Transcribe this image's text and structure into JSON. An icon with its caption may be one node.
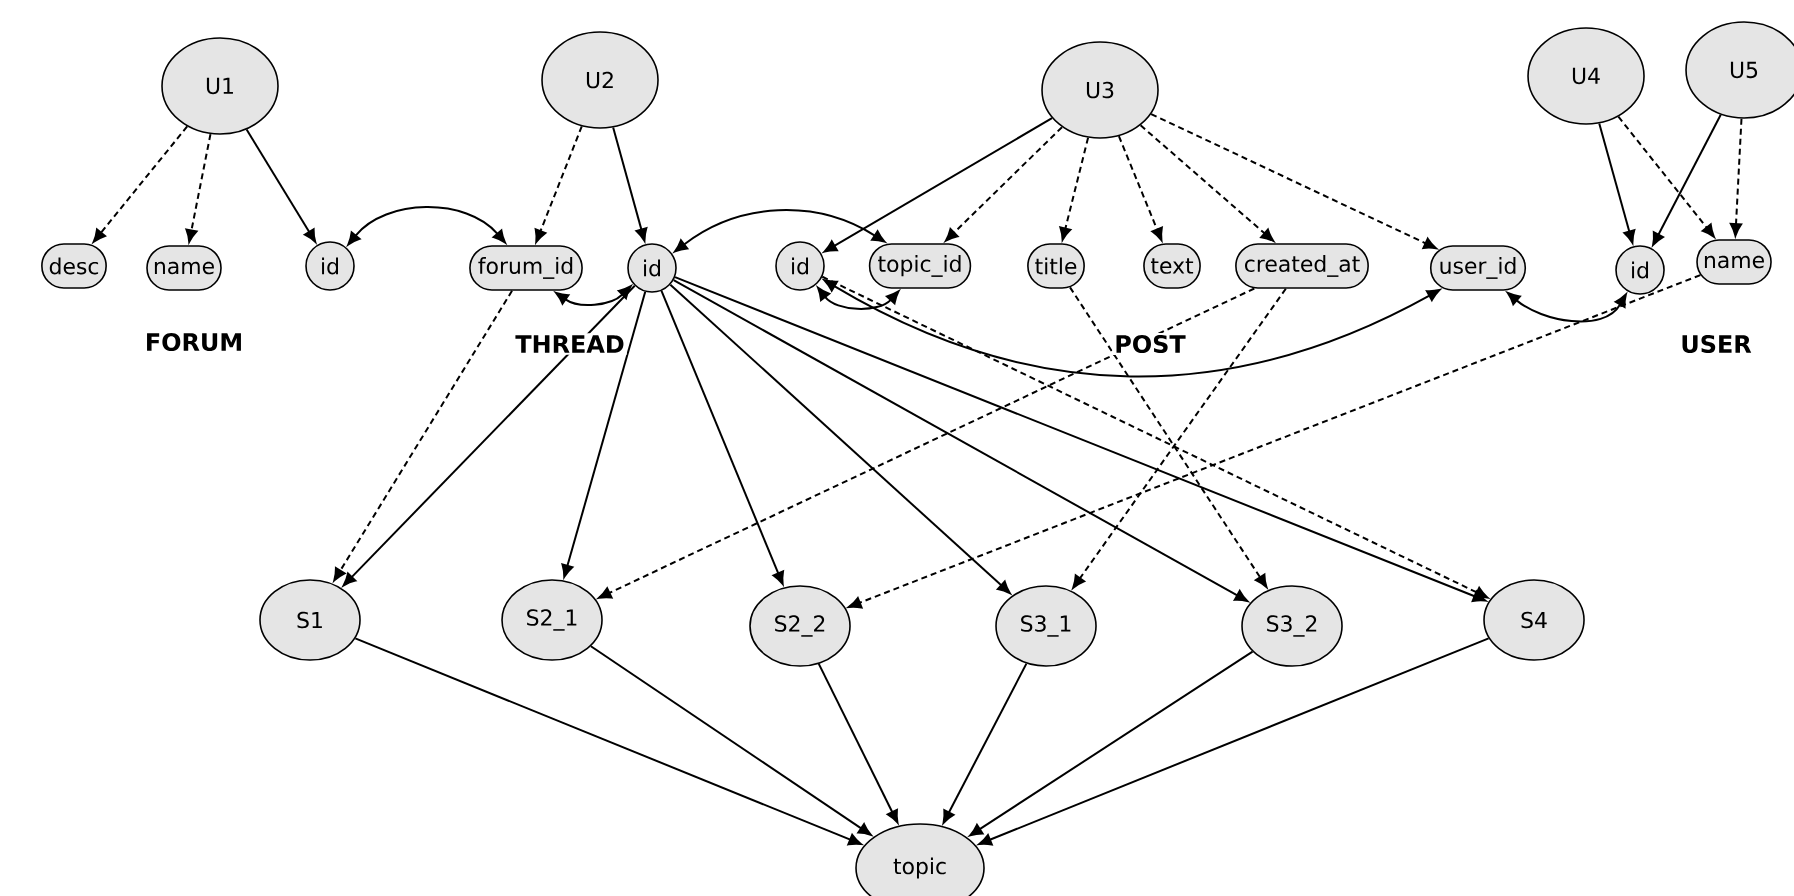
{
  "diagram": {
    "nodes": [
      {
        "text": [
          "U1"
        ]
      },
      {
        "text": [
          "U2"
        ]
      },
      {
        "text": [
          "U3"
        ]
      },
      {
        "text": [
          "U4"
        ]
      },
      {
        "text": [
          "U5"
        ]
      },
      {
        "text": [
          "desc"
        ]
      },
      {
        "text": [
          "name"
        ]
      },
      {
        "text": [
          "id"
        ]
      },
      {
        "text": [
          "forum_id"
        ]
      },
      {
        "text": [
          "id"
        ]
      },
      {
        "text": [
          "id"
        ]
      },
      {
        "text": [
          "topic_id"
        ]
      },
      {
        "text": [
          "title"
        ]
      },
      {
        "text": [
          "text"
        ]
      },
      {
        "text": [
          "created_at"
        ]
      },
      {
        "text": [
          "user_id"
        ]
      },
      {
        "text": [
          "id"
        ]
      },
      {
        "text": [
          "name"
        ]
      },
      {
        "text": [
          "S1"
        ]
      },
      {
        "text": [
          "S2_1"
        ]
      },
      {
        "text": [
          "S2_2"
        ]
      },
      {
        "text": [
          "S3_1"
        ]
      },
      {
        "text": [
          "S3_2"
        ]
      },
      {
        "text": [
          "S4"
        ]
      },
      {
        "text": [
          "topic"
        ]
      }
    ],
    "edges": [
      {
        "from": 0,
        "to": 5,
        "arrow": "to",
        "style": "dashed"
      },
      {
        "from": 0,
        "to": 6,
        "arrow": "to",
        "style": "dashed"
      },
      {
        "from": 0,
        "to": 7,
        "arrow": "to"
      },
      {
        "from": 7,
        "to": 8,
        "arrow": "both"
      },
      {
        "from": 1,
        "to": 8,
        "arrow": "to",
        "style": "dashed"
      },
      {
        "from": 1,
        "to": 9,
        "arrow": "to"
      },
      {
        "from": 9,
        "to": 8,
        "arrow": "both"
      },
      {
        "from": 9,
        "to": 11,
        "arrow": "both"
      },
      {
        "from": 2,
        "to": 10,
        "arrow": "to"
      },
      {
        "from": 2,
        "to": 11,
        "arrow": "to",
        "style": "dashed"
      },
      {
        "from": 2,
        "to": 12,
        "arrow": "to",
        "style": "dashed"
      },
      {
        "from": 2,
        "to": 13,
        "arrow": "to",
        "style": "dashed"
      },
      {
        "from": 2,
        "to": 14,
        "arrow": "to",
        "style": "dashed"
      },
      {
        "from": 2,
        "to": 15,
        "arrow": "to",
        "style": "dashed"
      },
      {
        "from": 10,
        "to": 11,
        "arrow": "both"
      },
      {
        "from": 10,
        "to": 15,
        "arrow": "both"
      },
      {
        "from": 15,
        "to": 16,
        "arrow": "both"
      },
      {
        "from": 3,
        "to": 16,
        "arrow": "to"
      },
      {
        "from": 3,
        "to": 17,
        "arrow": "to",
        "style": "dashed"
      },
      {
        "from": 4,
        "to": 16,
        "arrow": "to"
      },
      {
        "from": 4,
        "to": 17,
        "arrow": "to",
        "style": "dashed"
      },
      {
        "from": 8,
        "to": 18,
        "arrow": "to",
        "style": "dashed"
      },
      {
        "from": 9,
        "to": 18,
        "arrow": "to"
      },
      {
        "from": 9,
        "to": 19,
        "arrow": "to"
      },
      {
        "from": 9,
        "to": 20,
        "arrow": "to"
      },
      {
        "from": 9,
        "to": 21,
        "arrow": "to"
      },
      {
        "from": 9,
        "to": 22,
        "arrow": "to"
      },
      {
        "from": 9,
        "to": 23,
        "arrow": "to"
      },
      {
        "from": 14,
        "to": 19,
        "arrow": "to",
        "style": "dashed"
      },
      {
        "from": 14,
        "to": 21,
        "arrow": "to",
        "style": "dashed"
      },
      {
        "from": 12,
        "to": 22,
        "arrow": "to",
        "style": "dashed"
      },
      {
        "from": 17,
        "to": 20,
        "arrow": "to",
        "style": "dashed"
      },
      {
        "from": 10,
        "to": 23,
        "arrow": "to",
        "style": "dashed"
      },
      {
        "from": 18,
        "to": 24,
        "arrow": "to"
      },
      {
        "from": 19,
        "to": 24,
        "arrow": "to"
      },
      {
        "from": 20,
        "to": 24,
        "arrow": "to"
      },
      {
        "from": 21,
        "to": 24,
        "arrow": "to"
      },
      {
        "from": 22,
        "to": 24,
        "arrow": "to"
      },
      {
        "from": 23,
        "to": 24,
        "arrow": "to"
      }
    ],
    "labels": [
      "FORUM",
      "THREAD",
      "POST",
      "USER"
    ]
  }
}
